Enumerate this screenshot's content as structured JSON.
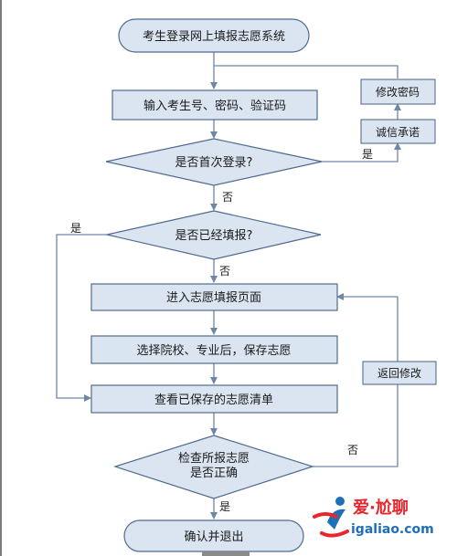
{
  "flowchart": {
    "start": "考生登录网上填报志愿系统",
    "input_credentials": "输入考生号、密码、验证码",
    "q_first_login": "是否首次登录?",
    "pledge": "诚信承诺",
    "change_password": "修改密码",
    "q_already_filled": "是否已经填报?",
    "enter_page": "进入志愿填报页面",
    "select_save": "选择院校、专业后，保存志愿",
    "view_list": "查看已保存的志愿清单",
    "q_check_line1": "检查所报志愿",
    "q_check_line2": "是否正确",
    "return_modify": "返回修改",
    "end": "确认并退出",
    "labels": {
      "first_login_yes": "是",
      "first_login_no": "否",
      "filled_yes": "是",
      "filled_no": "否",
      "check_no": "否",
      "check_yes": "是"
    }
  },
  "watermark": {
    "brand": "爱·尬聊",
    "url": "igaliao.com"
  },
  "colors": {
    "box_fill": "#dbe5f1",
    "box_stroke": "#4f6b8e",
    "line": "#6f86a6",
    "watermark_red": "#e8262c",
    "watermark_blue": "#1c6fb8"
  }
}
